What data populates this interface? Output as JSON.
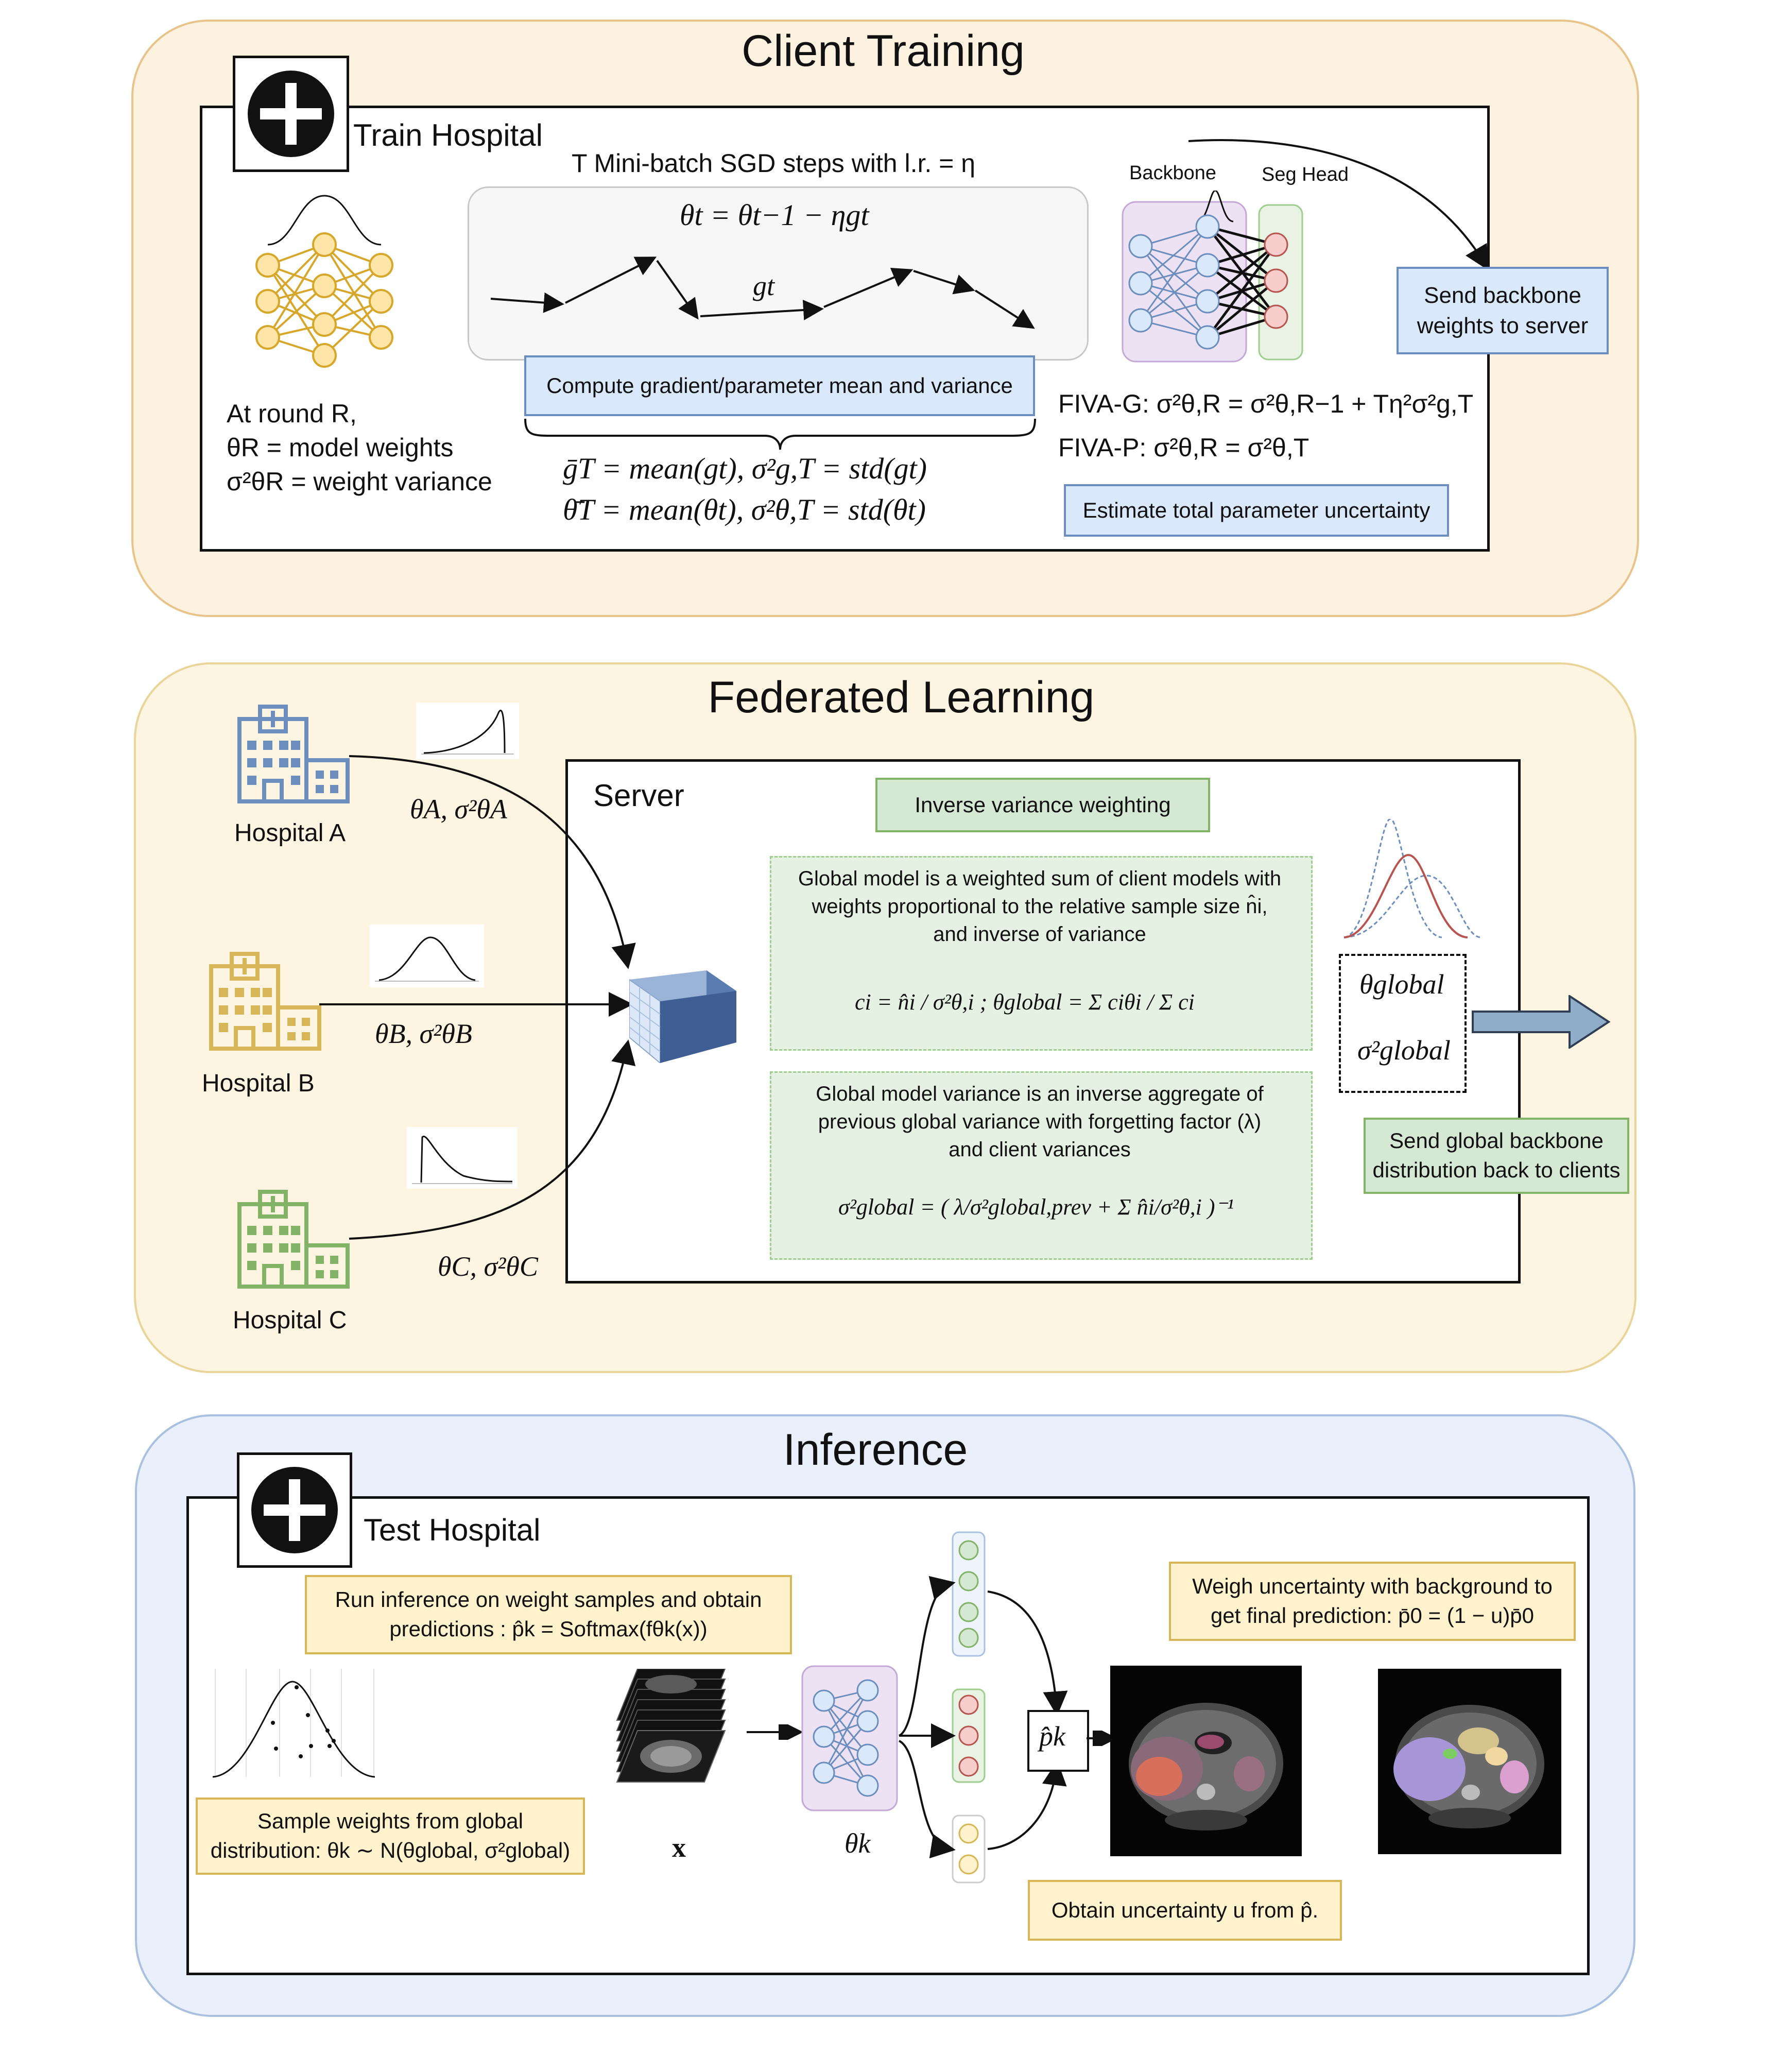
{
  "sections": {
    "client_training": {
      "title": "Client Training",
      "hospital_label": "Train Hospital",
      "sgd_label": "T Mini-batch SGD steps with l.r. = η",
      "sgd_formula": "θt = θt−1 − ηgt",
      "grad_label": "gt",
      "compute_label": "Compute gradient/parameter mean and variance",
      "round_text": [
        "At round R,",
        "θR  = model weights",
        "σ²θR = weight variance"
      ],
      "mean_formulas": [
        "ḡT = mean(gt),    σ²g,T = std(gt)",
        "θ̄T = mean(θt),    σ²θ,T = std(θt)"
      ],
      "backbone_label": "Backbone",
      "seghead_label": "Seg Head",
      "send_label": "Send backbone weights to server",
      "fiva_g": "FIVA-G: σ²θ,R = σ²θ,R−1 + Tη²σ²g,T",
      "fiva_p": "FIVA-P: σ²θ,R = σ²θ,T",
      "estimate_label": "Estimate total parameter uncertainty"
    },
    "federated": {
      "title": "Federated Learning",
      "hospitals": [
        {
          "name": "Hospital A",
          "params": "θA, σ²θA",
          "color": "#6c8ebf"
        },
        {
          "name": "Hospital B",
          "params": "θB, σ²θB",
          "color": "#d6b656"
        },
        {
          "name": "Hospital C",
          "params": "θC, σ²θC",
          "color": "#82b366"
        }
      ],
      "server_label": "Server",
      "ivw_label": "Inverse variance weighting",
      "global_model_text": "Global model is a weighted sum of client models with weights proportional to the relative sample size n̂i, and inverse of variance",
      "global_model_formula": "ci = n̂i / σ²θ,i   ;   θglobal = Σ ciθi / Σ ci",
      "global_var_text": "Global model variance is an inverse aggregate of previous global variance with forgetting factor (λ) and client variances",
      "global_var_formula": "σ²global = ( λ/σ²global,prev + Σ n̂i/σ²θ,i )⁻¹",
      "theta_global": "θglobal",
      "sigma_global": "σ²global",
      "send_back_label": "Send global backbone distribution back to clients"
    },
    "inference": {
      "title": "Inference",
      "hospital_label": "Test Hospital",
      "run_label": "Run inference on weight samples and obtain predictions : p̂k = Softmax(fθk(x))",
      "sample_label": "Sample weights from global distribution: θk ∼ N(θglobal, σ²global)",
      "x_label": "x",
      "theta_k": "θk",
      "p_hat_k": "p̂k",
      "weigh_label": "Weigh uncertainty with background to get final prediction:  p̄0 = (1 − u)p̄0",
      "uncertainty_label": "Obtain uncertainty u from p̂."
    }
  },
  "colors": {
    "orange_panel": "#fdf1e0",
    "orange_border": "#e8c48a",
    "yellow_panel": "#fdf5e1",
    "yellow_border": "#e9d49a",
    "blue_panel": "#e9f0fb",
    "blue_border": "#a9c0e0",
    "blue_box": "#dae8fc",
    "blue_box_border": "#6c8ebf",
    "green_box": "#d5e8d4",
    "green_box_border": "#82b366",
    "yellow_box": "#fff2cc",
    "yellow_box_border": "#d6b656"
  },
  "icons": [
    "medical-cross-icon",
    "neural-network-icon",
    "hospital-icon",
    "server-icon",
    "arrow-right-icon",
    "ct-stack-icon"
  ]
}
